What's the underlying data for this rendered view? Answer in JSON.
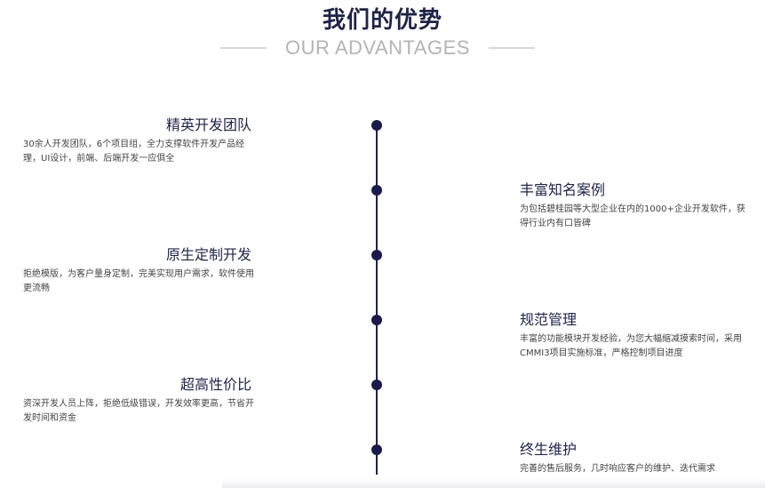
{
  "header": {
    "title": "我们的优势",
    "subtitle": "OUR ADVANTAGES"
  },
  "colors": {
    "primary": "#1f2347",
    "dot": "#1a1b4b",
    "subtitle": "#b4b4b4",
    "divider": "#d8d8d8"
  },
  "items": [
    {
      "title": "精英开发团队",
      "desc": "30余人开发团队，6个项目组，全力支撑软件开发产品经理，UI设计，前端、后端开发一应俱全"
    },
    {
      "title": "丰富知名案例",
      "desc": "为包括碧桂园等大型企业在内的1000+企业开发软件，获得行业内有口皆碑"
    },
    {
      "title": "原生定制开发",
      "desc": "拒绝模版，为客户量身定制，完美实现用户需求，软件使用更流畅"
    },
    {
      "title": "规范管理",
      "desc": "丰富的功能模块开发经验，为您大幅缩减摸索时间，采用CMMI3项目实施标准，严格控制项目进度"
    },
    {
      "title": "超高性价比",
      "desc": "资深开发人员上阵，拒绝低级错误，开发效率更高，节省开发时间和资金"
    },
    {
      "title": "终生维护",
      "desc": "完善的售后服务，几时响应客户的维护、迭代需求"
    }
  ]
}
